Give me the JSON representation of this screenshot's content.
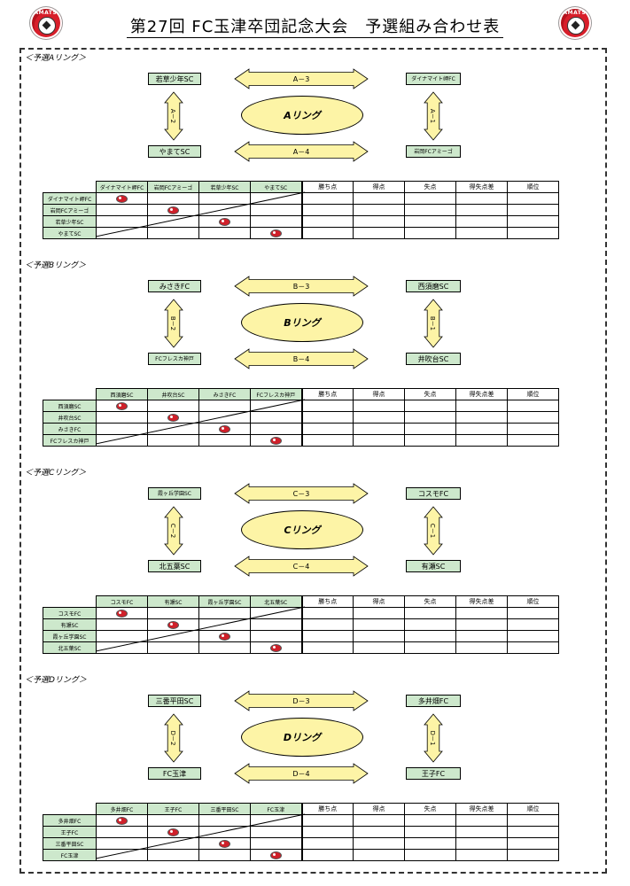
{
  "title": "第27回 FC玉津卒団記念大会　予選組み合わせ表",
  "logo_text": "TAMATSU",
  "stat_headers": [
    "勝ち点",
    "得点",
    "失点",
    "得失点差",
    "順位"
  ],
  "colors": {
    "team_fill": "#cde8cc",
    "ring_fill": "#fdf4a6",
    "arrow_fill": "#fdf4a6",
    "mark": "#d0202a"
  },
  "groups": [
    {
      "label": "＜予選Aリング＞",
      "ring": "Aリング",
      "top_left": "若草少年SC",
      "top_right": "ダイナマイト岬FC",
      "bottom_left": "やまてSC",
      "bottom_right": "岩岡FCアミーゴ",
      "match_top": "A－3",
      "match_bottom": "A－4",
      "match_left": "A－2",
      "match_right": "A－1",
      "teams": [
        "ダイナマイト岬FC",
        "岩岡FCアミーゴ",
        "若草少年SC",
        "やまてSC"
      ]
    },
    {
      "label": "＜予選Bリング＞",
      "ring": "Bリング",
      "top_left": "みさきFC",
      "top_right": "西須磨SC",
      "bottom_left": "FCフレスカ神戸",
      "bottom_right": "井吹台SC",
      "match_top": "B－3",
      "match_bottom": "B－4",
      "match_left": "B－2",
      "match_right": "B－1",
      "teams": [
        "西須磨SC",
        "井吹台SC",
        "みさきFC",
        "FCフレスカ神戸"
      ]
    },
    {
      "label": "＜予選Cリング＞",
      "ring": "Cリング",
      "top_left": "霞ヶ丘学園SC",
      "top_right": "コスモFC",
      "bottom_left": "北五葉SC",
      "bottom_right": "有瀬SC",
      "match_top": "C－3",
      "match_bottom": "C－4",
      "match_left": "C－2",
      "match_right": "C－1",
      "teams": [
        "コスモFC",
        "有瀬SC",
        "霞ヶ丘学園SC",
        "北五葉SC"
      ]
    },
    {
      "label": "＜予選Dリング＞",
      "ring": "Dリング",
      "top_left": "三番平田SC",
      "top_right": "多井畑FC",
      "bottom_left": "FC玉津",
      "bottom_right": "王子FC",
      "match_top": "D－3",
      "match_bottom": "D－4",
      "match_left": "D－2",
      "match_right": "D－1",
      "teams": [
        "多井畑FC",
        "王子FC",
        "三番平田SC",
        "FC玉津"
      ]
    }
  ]
}
